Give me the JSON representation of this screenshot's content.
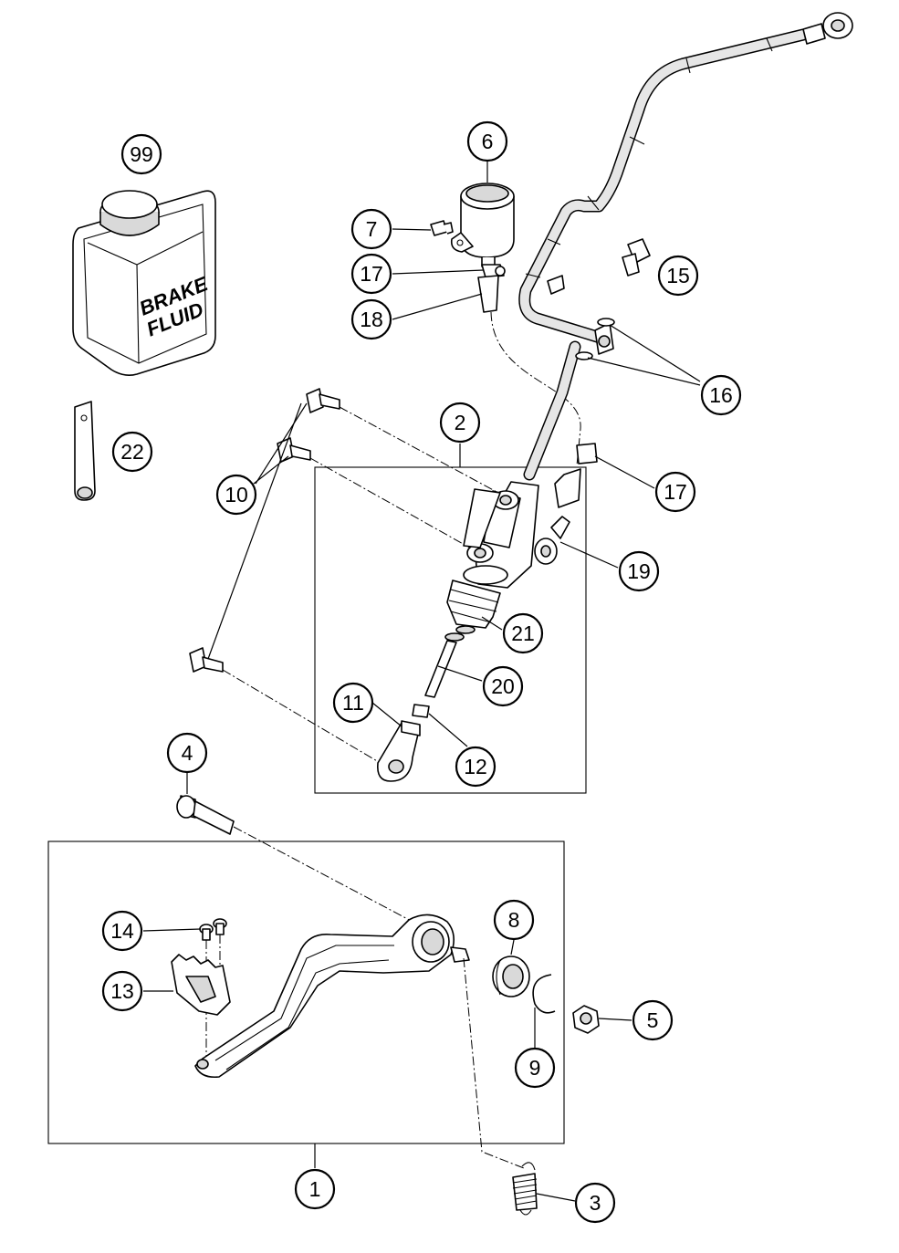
{
  "diagram": {
    "bottle_label": [
      "BRAKE",
      "FLUID"
    ],
    "callouts": [
      "99",
      "6",
      "7",
      "17",
      "18",
      "15",
      "16",
      "22",
      "2",
      "10",
      "17",
      "19",
      "21",
      "20",
      "11",
      "12",
      "4",
      "8",
      "14",
      "13",
      "5",
      "9",
      "1",
      "3"
    ]
  }
}
